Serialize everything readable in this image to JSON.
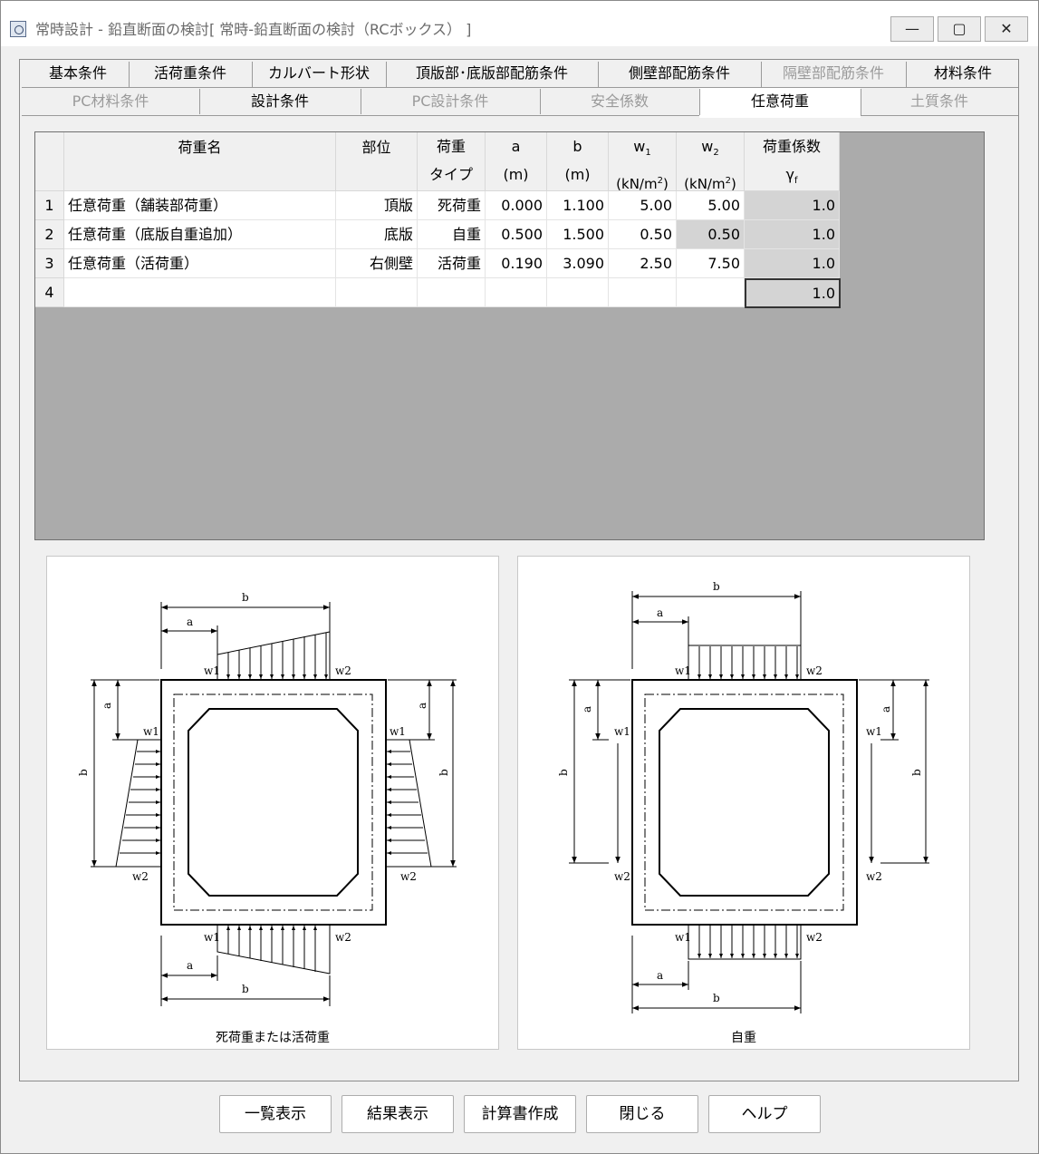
{
  "window": {
    "title": "常時設計 - 鉛直断面の検討[ 常時-鉛直断面の検討（RCボックス） ]",
    "minimize_glyph": "—",
    "maximize_glyph": "▢",
    "close_glyph": "✕"
  },
  "tabs_row1": [
    {
      "label": "基本条件",
      "state": "normal"
    },
    {
      "label": "活荷重条件",
      "state": "normal"
    },
    {
      "label": "カルバート形状",
      "state": "normal"
    },
    {
      "label": "頂版部･底版部配筋条件",
      "state": "normal"
    },
    {
      "label": "側壁部配筋条件",
      "state": "normal"
    },
    {
      "label": "隔壁部配筋条件",
      "state": "disabled"
    },
    {
      "label": "材料条件",
      "state": "normal"
    }
  ],
  "tabs_row2": [
    {
      "label": "PC材料条件",
      "state": "disabled"
    },
    {
      "label": "設計条件",
      "state": "normal"
    },
    {
      "label": "PC設計条件",
      "state": "disabled"
    },
    {
      "label": "安全係数",
      "state": "disabled"
    },
    {
      "label": "任意荷重",
      "state": "active"
    },
    {
      "label": "土質条件",
      "state": "disabled"
    }
  ],
  "table": {
    "headers": {
      "name": "荷重名",
      "part": "部位",
      "type_1": "荷重",
      "type_2": "タイプ",
      "a_1": "a",
      "a_2": "(m)",
      "b_1": "b",
      "b_2": "(m)",
      "w1_1": "w",
      "w1_sub": "1",
      "w1_2": "(kN/m",
      "w1_sup": "2",
      "w1_close": ")",
      "w2_1": "w",
      "w2_sub": "2",
      "w2_2": "(kN/m",
      "w2_sup": "2",
      "w2_close": ")",
      "factor_1": "荷重係数",
      "factor_2": "γ",
      "factor_sub": "f"
    },
    "rows": [
      {
        "no": "1",
        "name": "任意荷重（舗装部荷重）",
        "part": "頂版",
        "type": "死荷重",
        "a": "0.000",
        "b": "1.100",
        "w1": "5.00",
        "w2": "5.00",
        "factor": "1.0"
      },
      {
        "no": "2",
        "name": "任意荷重（底版自重追加）",
        "part": "底版",
        "type": "自重",
        "a": "0.500",
        "b": "1.500",
        "w1": "0.50",
        "w2": "0.50",
        "factor": "1.0"
      },
      {
        "no": "3",
        "name": "任意荷重（活荷重）",
        "part": "右側壁",
        "type": "活荷重",
        "a": "0.190",
        "b": "3.090",
        "w1": "2.50",
        "w2": "7.50",
        "factor": "1.0"
      },
      {
        "no": "4",
        "name": "",
        "part": "",
        "type": "",
        "a": "",
        "b": "",
        "w1": "",
        "w2": "",
        "factor": "1.0"
      }
    ]
  },
  "figures": {
    "left_caption": "死荷重または活荷重",
    "right_caption": "自重",
    "label_a": "a",
    "label_b": "b",
    "label_w1": "w1",
    "label_w2": "w2"
  },
  "buttons": {
    "list": "一覧表示",
    "result": "結果表示",
    "report": "計算書作成",
    "close": "閉じる",
    "help": "ヘルプ"
  }
}
